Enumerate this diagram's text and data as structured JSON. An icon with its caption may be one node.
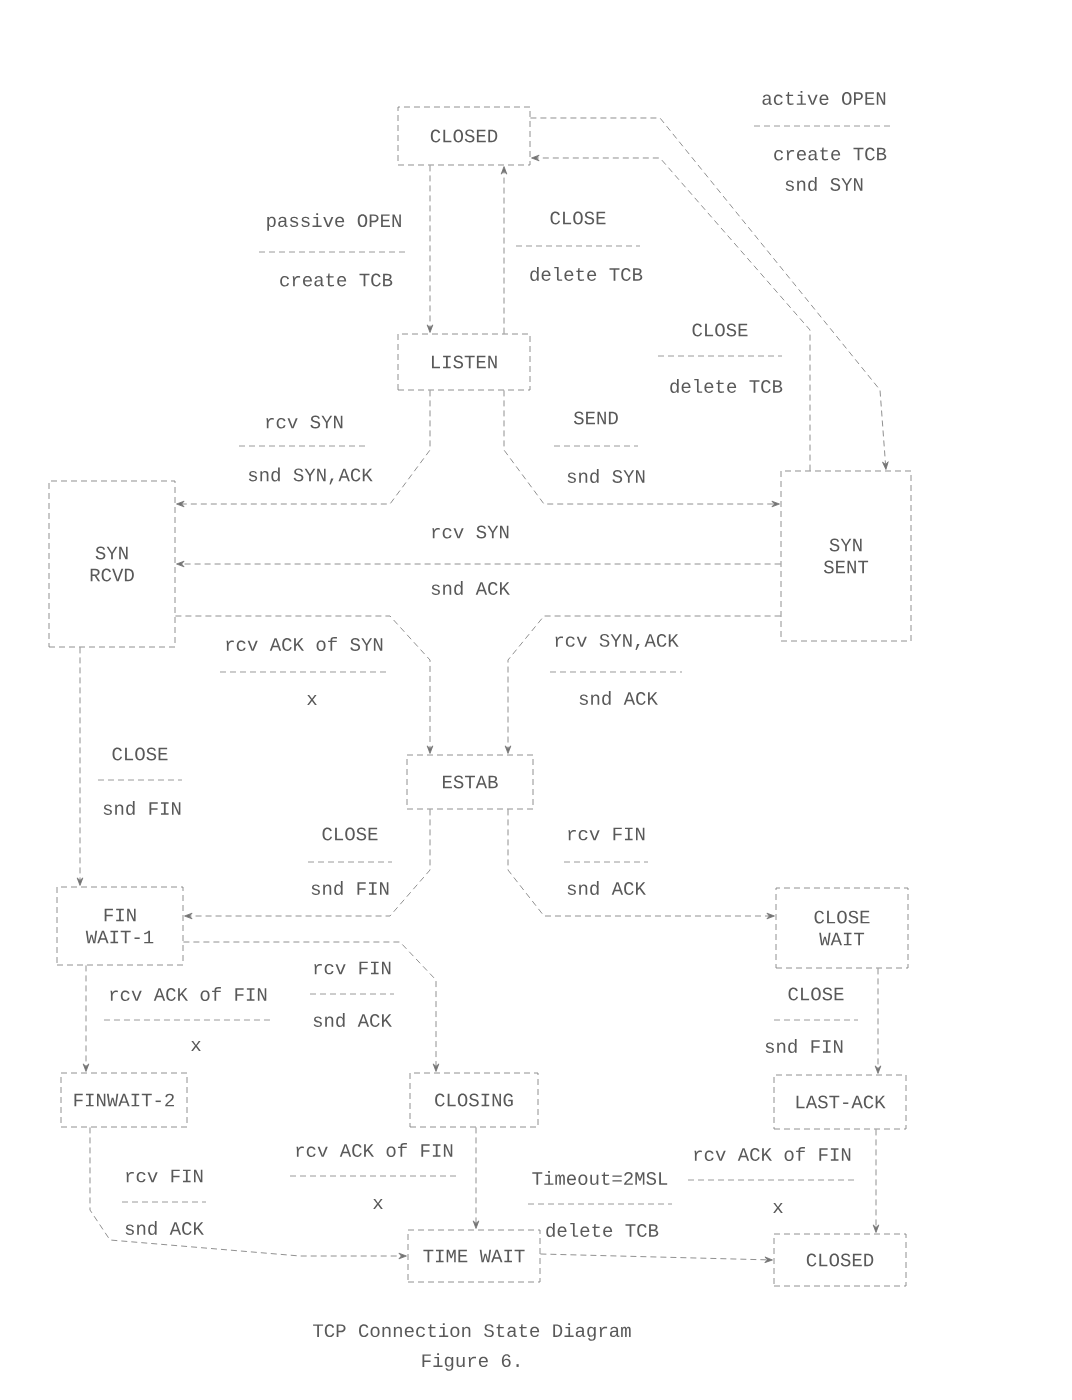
{
  "diagram": {
    "caption": "TCP Connection State Diagram",
    "nodes": [
      {
        "text": [
          "CLOSED"
        ]
      },
      {
        "text": [
          "LISTEN"
        ]
      },
      {
        "text": [
          "SYN RCVD"
        ]
      },
      {
        "text": [
          "SYN SENT"
        ]
      },
      {
        "text": [
          "ESTAB"
        ]
      },
      {
        "text": [
          "FIN WAIT-1"
        ]
      },
      {
        "text": [
          "CLOSE WAIT"
        ]
      },
      {
        "text": [
          "FINWAIT-2"
        ]
      },
      {
        "text": [
          "CLOSING"
        ]
      },
      {
        "text": [
          "LAST-ACK"
        ]
      },
      {
        "text": [
          "TIME WAIT"
        ]
      },
      {
        "text": [
          "CLOSED"
        ]
      }
    ],
    "edges": [
      {
        "from": 0,
        "to": 1,
        "arrow": "to"
      },
      {
        "from": 1,
        "to": 0,
        "arrow": "to"
      },
      {
        "from": 0,
        "to": 3,
        "arrow": "to"
      },
      {
        "from": 3,
        "to": 0,
        "arrow": "to"
      },
      {
        "from": 1,
        "to": 2,
        "arrow": "to"
      },
      {
        "from": 1,
        "to": 3,
        "arrow": "to"
      },
      {
        "from": 3,
        "to": 2,
        "arrow": "to"
      },
      {
        "from": 2,
        "to": 4,
        "arrow": "to"
      },
      {
        "from": 3,
        "to": 4,
        "arrow": "to"
      },
      {
        "from": 2,
        "to": 5,
        "arrow": "to"
      },
      {
        "from": 4,
        "to": 5,
        "arrow": "to"
      },
      {
        "from": 4,
        "to": 6,
        "arrow": "to"
      },
      {
        "from": 5,
        "to": 8,
        "arrow": "to"
      },
      {
        "from": 5,
        "to": 7,
        "arrow": "to"
      },
      {
        "from": 6,
        "to": 9,
        "arrow": "to"
      },
      {
        "from": 8,
        "to": 10,
        "arrow": "to"
      },
      {
        "from": 7,
        "to": 10,
        "arrow": "to"
      },
      {
        "from": 9,
        "to": 11,
        "arrow": "to"
      },
      {
        "from": 10,
        "to": 11,
        "arrow": "to"
      }
    ],
    "labels": [
      "active OPEN",
      "create TCB",
      "snd SYN",
      "passive OPEN",
      "CLOSE",
      "create TCB",
      "delete TCB",
      "CLOSE",
      "delete TCB",
      "rcv SYN",
      "SEND",
      "snd SYN,ACK",
      "snd SYN",
      "rcv SYN",
      "snd ACK",
      "rcv ACK of SYN",
      "rcv SYN,ACK",
      "x",
      "snd ACK",
      "CLOSE",
      "snd FIN",
      "CLOSE",
      "rcv FIN",
      "snd FIN",
      "snd ACK",
      "rcv FIN",
      "rcv ACK of FIN",
      "CLOSE",
      "snd ACK",
      "x",
      "snd FIN",
      "rcv ACK of FIN",
      "rcv ACK of FIN",
      "rcv FIN",
      "Timeout=2MSL",
      "x",
      "x",
      "snd ACK",
      "delete TCB",
      "Figure 6."
    ]
  }
}
